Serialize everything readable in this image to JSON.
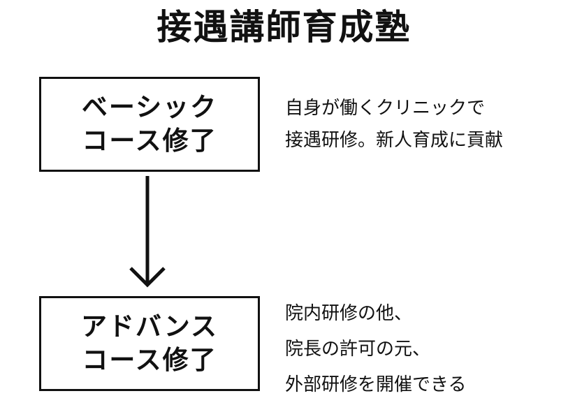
{
  "title": "接遇講師育成塾",
  "basic_course": {
    "line1": "ベーシック",
    "line2": "コース修了",
    "description": [
      "自身が働くクリニックで",
      "接遇研修。新人育成に貢献"
    ]
  },
  "advance_course": {
    "line1": "アドバンス",
    "line2": "コース修了",
    "description": [
      "院内研修の他、",
      "院長の許可の元、",
      "外部研修を開催できる"
    ]
  },
  "arrow": {
    "icon": "arrow-down-icon",
    "color": "#111111"
  }
}
